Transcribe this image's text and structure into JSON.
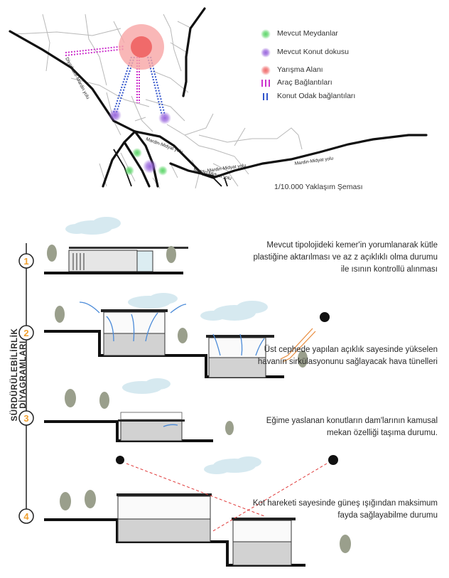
{
  "map": {
    "legend": [
      {
        "label": "Mevcut Meydanlar",
        "color": "#5ed66a",
        "kind": "dot"
      },
      {
        "label": "Mevcut Konut dokusu",
        "color": "#9966dd",
        "kind": "dot"
      },
      {
        "label": "Yarışma Alanı",
        "color": "#f06a6a",
        "kind": "dot"
      },
      {
        "label": "Araç Bağlantıları",
        "color": "#cc33cc",
        "kind": "lines"
      },
      {
        "label": "Konut Odak bağlantıları",
        "color": "#3355cc",
        "kind": "lines"
      }
    ],
    "roads": {
      "diyarbakir_mardin": "Diyarbakır-Mardin yolu",
      "mardin_midyat_1": "Mardin-Midyat yolu",
      "mardin_midyat_2": "Mardin-Midyat yolu",
      "mardin_midyat_3": "Mardin-Midyat yolu",
      "mardin_midyat_4": "Mardin-Midyat yolu"
    },
    "scale_label": "1/10.000 Yaklaşım Şeması"
  },
  "diagram": {
    "vertical_title": "SÜRDÜRÜLEBİLİRLİK DİYAGRAMLARI",
    "steps": [
      {
        "num": "1",
        "text": "Mevcut tipolojideki kemer'in yorumlanarak kütle plastiğine aktarılması ve az z açıklıklı olma durumu ile ısının kontrollü alınması"
      },
      {
        "num": "2",
        "text": "Üst cephede yapılan açıklık sayesinde yükselen havanın sirkülasyonunu sağlayacak hava tünelleri"
      },
      {
        "num": "3",
        "text": "Eğime yaslanan konutların dam'larının kamusal mekan özelliği taşıma durumu."
      },
      {
        "num": "4",
        "text": "Kot hareketi sayesinde güneş ışığından maksimum fayda sağlayabilme durumu"
      }
    ],
    "colors": {
      "accent": "#f0a030",
      "air": "#4a8ad8",
      "sun_ray": "#e03a3a",
      "heat": "#e88a3a"
    }
  }
}
